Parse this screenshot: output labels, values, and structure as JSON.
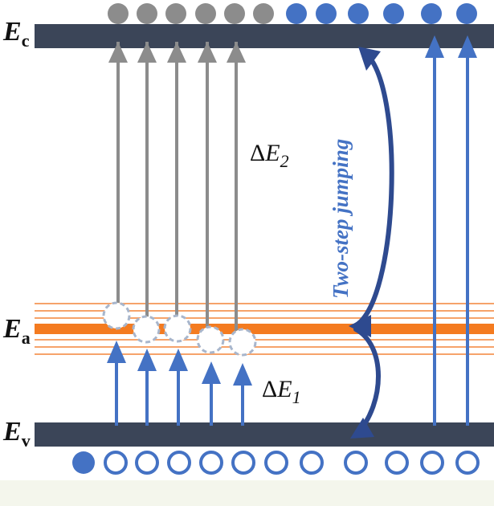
{
  "labels": {
    "ec": {
      "main": "E",
      "sub": "c"
    },
    "ea": {
      "main": "E",
      "sub": "a"
    },
    "ev": {
      "main": "E",
      "sub": "v"
    },
    "de2": {
      "delta": "Δ",
      "main": "E",
      "sub": "2"
    },
    "de1": {
      "delta": "Δ",
      "main": "E",
      "sub": "1"
    },
    "jump": "Two-step jumping"
  },
  "colors": {
    "band": "#3b4558",
    "orange": "#f47b20",
    "orange_thin": "#f6a36a",
    "gray": "#8c8c8c",
    "blue": "#4472c4",
    "dark_blue": "#2e4a8f",
    "bottom_strip": "#f4f6ec",
    "text_black": "#111111"
  },
  "icons": {
    "electron_filled": "filled-circle",
    "hole": "open-circle",
    "trapped": "dashed-open-circle",
    "arrow": "triangle-arrowhead"
  }
}
